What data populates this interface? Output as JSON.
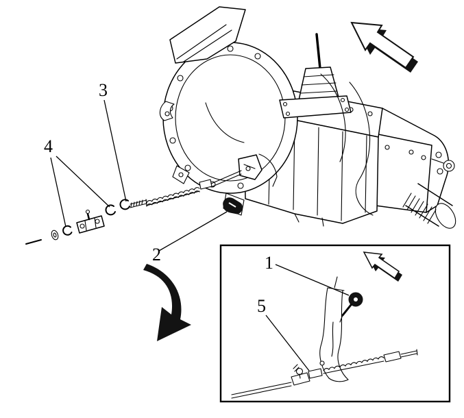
{
  "figure": {
    "background_color": "#ffffff",
    "line_color": "#000000"
  },
  "callouts": {
    "c1": "1",
    "c2": "2",
    "c3": "3",
    "c4": "4",
    "c5": "5"
  },
  "icons": {
    "main_direction_arrow": "block-arrow-up-left",
    "inset_direction_arrow": "block-arrow-up-left",
    "detail_flow_arrow": "curved-arrow-down-left"
  }
}
